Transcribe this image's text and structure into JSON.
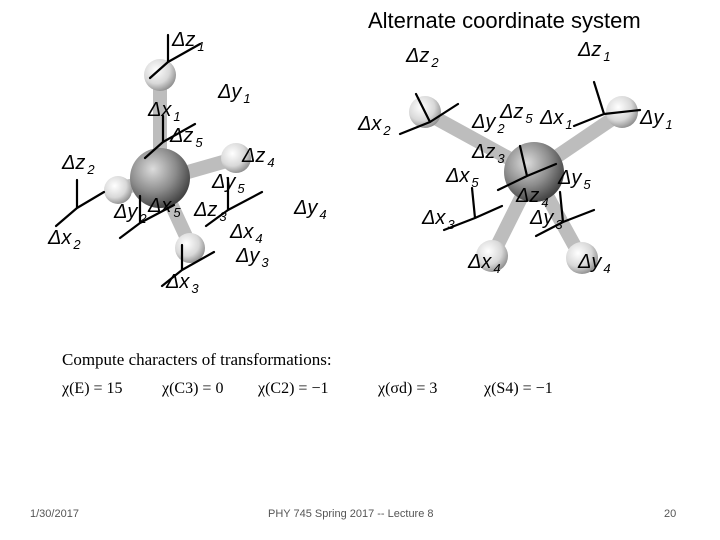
{
  "slide": {
    "title": "Alternate coordinate system",
    "delta": "Δ",
    "left_labels": [
      {
        "axis": "z",
        "sub": "1"
      },
      {
        "axis": "y",
        "sub": "1"
      },
      {
        "axis": "x",
        "sub": "1"
      },
      {
        "axis": "z",
        "sub": "5"
      },
      {
        "axis": "z",
        "sub": "4"
      },
      {
        "axis": "z",
        "sub": "2"
      },
      {
        "axis": "y",
        "sub": "5"
      },
      {
        "axis": "y",
        "sub": "2"
      },
      {
        "axis": "x",
        "sub": "5"
      },
      {
        "axis": "z",
        "sub": "3"
      },
      {
        "axis": "y",
        "sub": "4"
      },
      {
        "axis": "x",
        "sub": "2"
      },
      {
        "axis": "x",
        "sub": "4"
      },
      {
        "axis": "y",
        "sub": "3"
      },
      {
        "axis": "x",
        "sub": "3"
      }
    ],
    "right_labels": [
      {
        "axis": "z",
        "sub": "2"
      },
      {
        "axis": "z",
        "sub": "1"
      },
      {
        "axis": "x",
        "sub": "2"
      },
      {
        "axis": "y",
        "sub": "2"
      },
      {
        "axis": "z",
        "sub": "5"
      },
      {
        "axis": "x",
        "sub": "1"
      },
      {
        "axis": "y",
        "sub": "1"
      },
      {
        "axis": "z",
        "sub": "3"
      },
      {
        "axis": "x",
        "sub": "5"
      },
      {
        "axis": "y",
        "sub": "5"
      },
      {
        "axis": "z",
        "sub": "4"
      },
      {
        "axis": "x",
        "sub": "3"
      },
      {
        "axis": "y",
        "sub": "3"
      },
      {
        "axis": "x",
        "sub": "4"
      },
      {
        "axis": "y",
        "sub": "4"
      }
    ],
    "compute_heading": "Compute characters of transformations:",
    "characters": [
      "χ(E) = 15",
      "χ(C3) = 0",
      "χ(C2) = −1",
      "χ(σd) = 3",
      "χ(S4) = −1"
    ],
    "footer": {
      "date": "1/30/2017",
      "course": "PHY 745 Spring 2017 -- Lecture 8",
      "page": "20"
    }
  }
}
